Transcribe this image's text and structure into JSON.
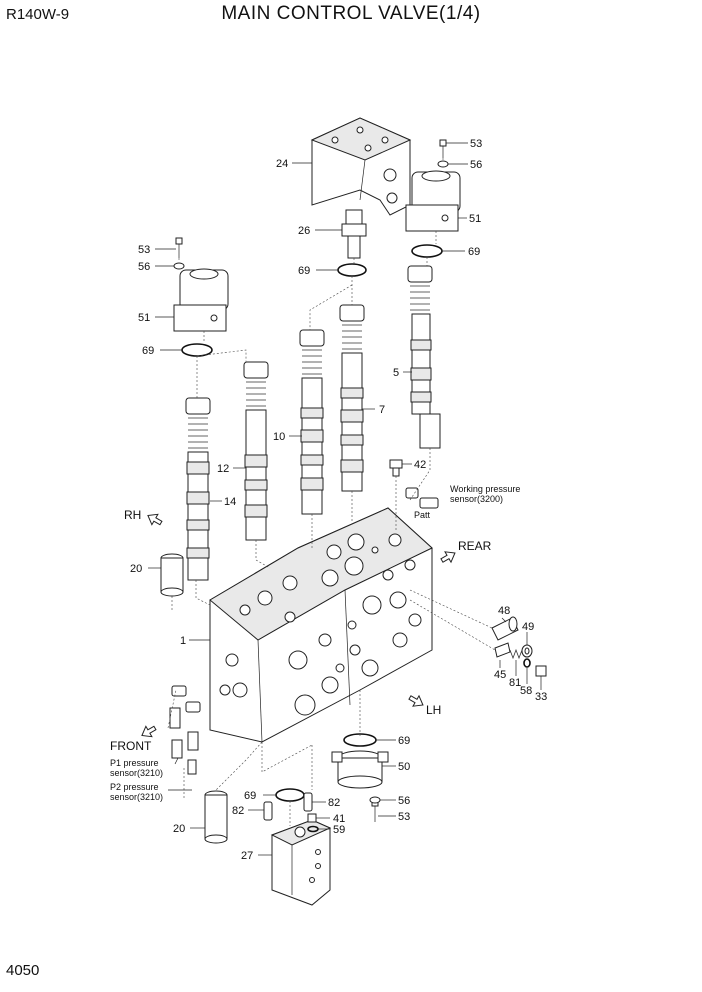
{
  "header": {
    "model": "R140W-9",
    "title": "MAIN CONTROL VALVE(1/4)"
  },
  "footer": {
    "page_number": "4050"
  },
  "callouts": {
    "c1": "1",
    "c5": "5",
    "c7": "7",
    "c10": "10",
    "c12": "12",
    "c14": "14",
    "c20a": "20",
    "c20b": "20",
    "c24": "24",
    "c26": "26",
    "c27": "27",
    "c33": "33",
    "c41": "41",
    "c42": "42",
    "c45": "45",
    "c48": "48",
    "c49": "49",
    "c50": "50",
    "c51a": "51",
    "c51b": "51",
    "c53a": "53",
    "c53b": "53",
    "c53c": "53",
    "c56a": "56",
    "c56b": "56",
    "c56c": "56",
    "c58": "58",
    "c59": "59",
    "c69a": "69",
    "c69b": "69",
    "c69c": "69",
    "c69d": "69",
    "c69e": "69",
    "c81": "81",
    "c82a": "82",
    "c82b": "82"
  },
  "directions": {
    "rh": "RH",
    "rear": "REAR",
    "lh": "LH",
    "front": "FRONT"
  },
  "notes": {
    "working_pressure_1": "Working pressure",
    "working_pressure_2": "sensor(3200)",
    "patt": "Patt",
    "p1_line1": "P1 pressure",
    "p1_line2": "sensor(3210)",
    "p2_line1": "P2 pressure",
    "p2_line2": "sensor(3210)"
  }
}
